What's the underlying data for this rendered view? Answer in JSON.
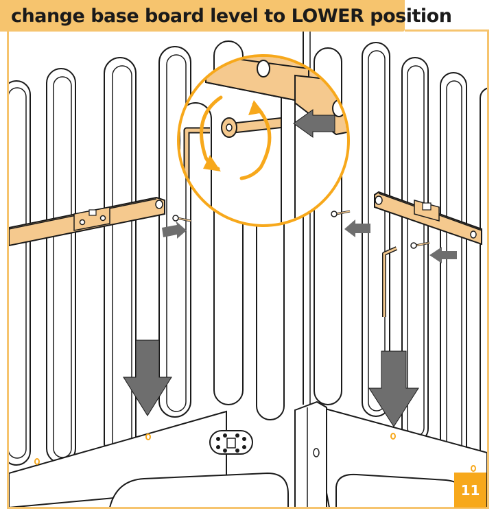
{
  "header": {
    "title": "change base board level to LOWER position"
  },
  "step": {
    "number": "11"
  },
  "colors": {
    "accent_orange": "#f7a81b",
    "title_background": "#f6c46e",
    "wood": "#f5c98e",
    "arrow_grey": "#6e6e6e",
    "line": "#1a1a1a"
  },
  "icons": {
    "zoom_callout": "magnify-circle",
    "rotation": "clockwise-rotation-icon",
    "push_direction": "arrow-left-icon",
    "lower_direction": "arrow-down-icon"
  }
}
